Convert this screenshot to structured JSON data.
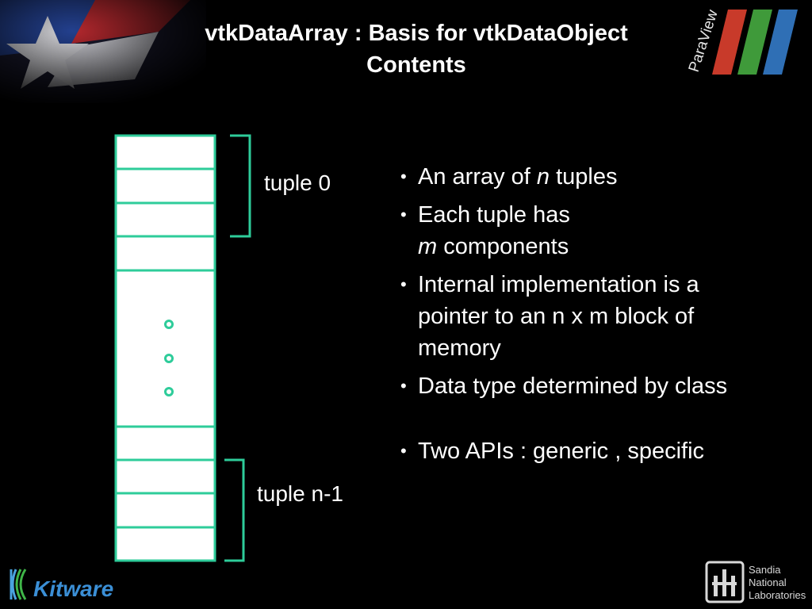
{
  "slide": {
    "title_line1": "vtkDataArray : Basis for vtkDataObject",
    "title_line2": "Contents"
  },
  "diagram": {
    "tuple_first_label": "tuple 0",
    "tuple_last_label": "tuple n-1"
  },
  "bullets": {
    "b1_prefix": "An array of ",
    "b1_var": "n",
    "b1_suffix": " tuples",
    "b2_line1": "Each tuple has",
    "b2_var": "m",
    "b2_suffix": " components",
    "b3": "Internal implementation is a pointer to an n x m block of memory",
    "b4": "Data type determined by class",
    "b5": "Two APIs : generic , specific",
    "bullet_char": "•"
  },
  "logos": {
    "paraview": "ParaView",
    "kitware": "Kitware",
    "sandia_line1": "Sandia",
    "sandia_line2": "National",
    "sandia_line3": "Laboratories"
  },
  "colors": {
    "accent_teal": "#2ecc9a",
    "background": "#000000",
    "text": "#ffffff"
  }
}
